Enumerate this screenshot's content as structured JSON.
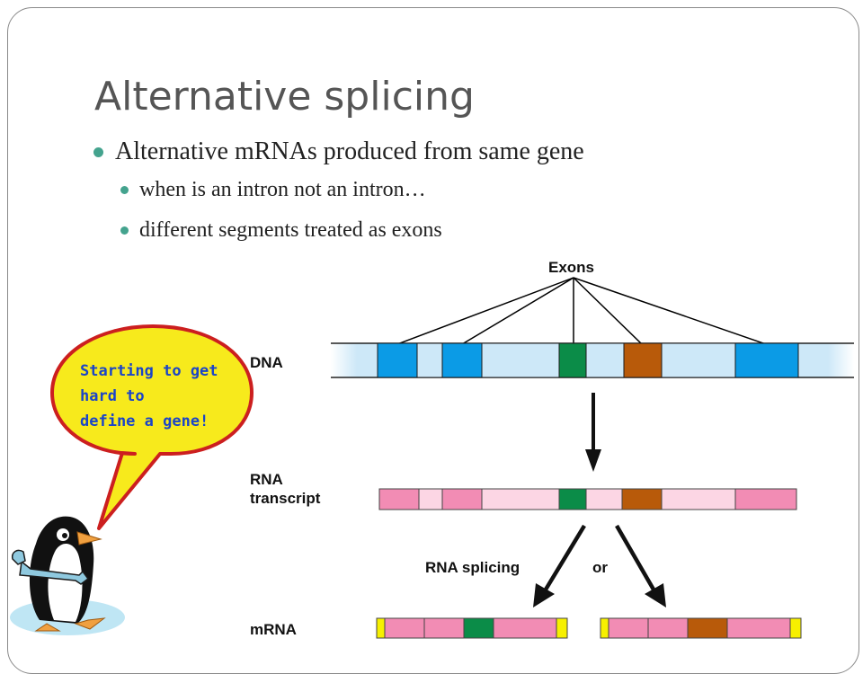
{
  "slide": {
    "title": "Alternative splicing",
    "bullets": [
      {
        "text": "Alternative mRNAs produced from same gene",
        "level": 1
      },
      {
        "text": "when is an intron not an intron…",
        "level": 2
      },
      {
        "text": "different segments treated as exons",
        "level": 2
      }
    ]
  },
  "diagram": {
    "labels": {
      "exons": "Exons",
      "dna": "DNA",
      "rna_line1": "RNA",
      "rna_line2": "transcript",
      "splicing": "RNA splicing",
      "or": "or",
      "mrna": "mRNA"
    },
    "bubble": {
      "lines": [
        "Starting to get",
        "hard to",
        "define a gene!"
      ]
    },
    "colors": {
      "dna_intron": "#cde8f8",
      "exon_blue": "#0b9be6",
      "exon_green": "#0b8c48",
      "exon_orange": "#b85a0a",
      "rna_intron": "#fcd6e4",
      "rna_exon": "#f28cb4",
      "cap": "#f7f000",
      "bubble_fill": "#f7ea1c",
      "bubble_border": "#cc1f1f"
    },
    "icons": [
      "speech-bubble-icon",
      "penguin-mascot-icon",
      "wrench-icon",
      "arrow-down-icon"
    ]
  }
}
